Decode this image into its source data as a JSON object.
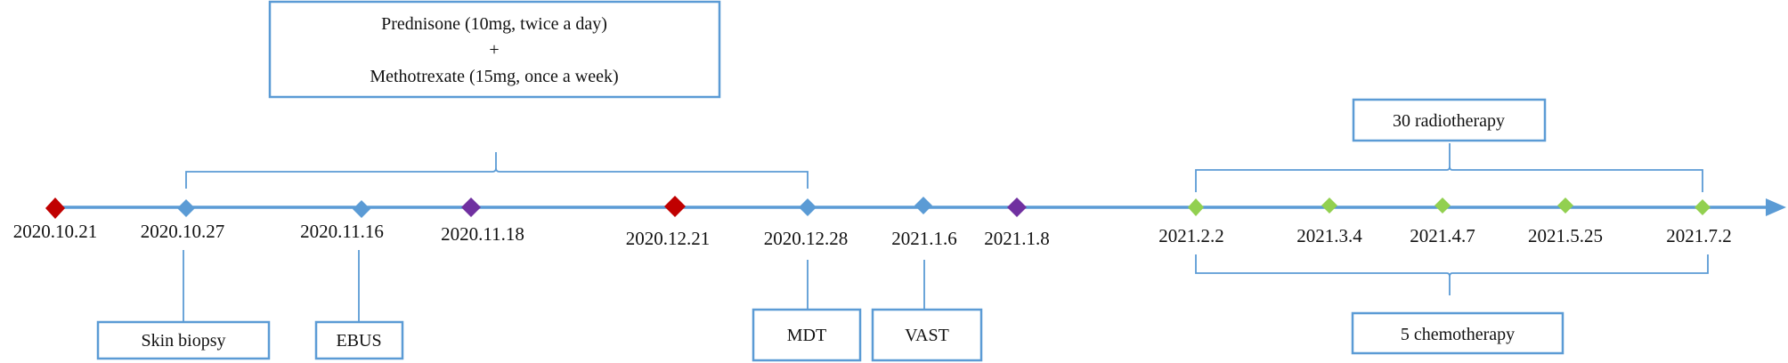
{
  "colors": {
    "axis": "#5b9bd5",
    "box_border": "#5b9bd5",
    "red": "#c00000",
    "blue": "#5b9bd5",
    "purple": "#7030a0",
    "green": "#92d050"
  },
  "events": [
    {
      "date": "2020.10.21",
      "color": "red"
    },
    {
      "date": "2020.10.27",
      "color": "blue"
    },
    {
      "date": "2020.11.16",
      "color": "blue"
    },
    {
      "date": "2020.11.18",
      "color": "purple"
    },
    {
      "date": "2020.12.21",
      "color": "red"
    },
    {
      "date": "2020.12.28",
      "color": "blue"
    },
    {
      "date": "2021.1.6",
      "color": "blue"
    },
    {
      "date": "2021.1.8",
      "color": "purple"
    },
    {
      "date": "2021.2.2",
      "color": "green"
    },
    {
      "date": "2021.3.4",
      "color": "green"
    },
    {
      "date": "2021.4.7",
      "color": "green"
    },
    {
      "date": "2021.5.25",
      "color": "green"
    },
    {
      "date": "2021.7.2",
      "color": "green"
    }
  ],
  "top_box": {
    "line1": "Prednisone (10mg, twice a day)",
    "line2": "+",
    "line3": "Methotrexate (15mg, once a week)"
  },
  "radio_box": {
    "label": "30 radiotherapy"
  },
  "chemo_box": {
    "label": "5 chemotherapy"
  },
  "bottom_boxes": [
    {
      "label": "Skin biopsy"
    },
    {
      "label": "EBUS"
    },
    {
      "label": "MDT"
    },
    {
      "label": "VAST"
    }
  ]
}
